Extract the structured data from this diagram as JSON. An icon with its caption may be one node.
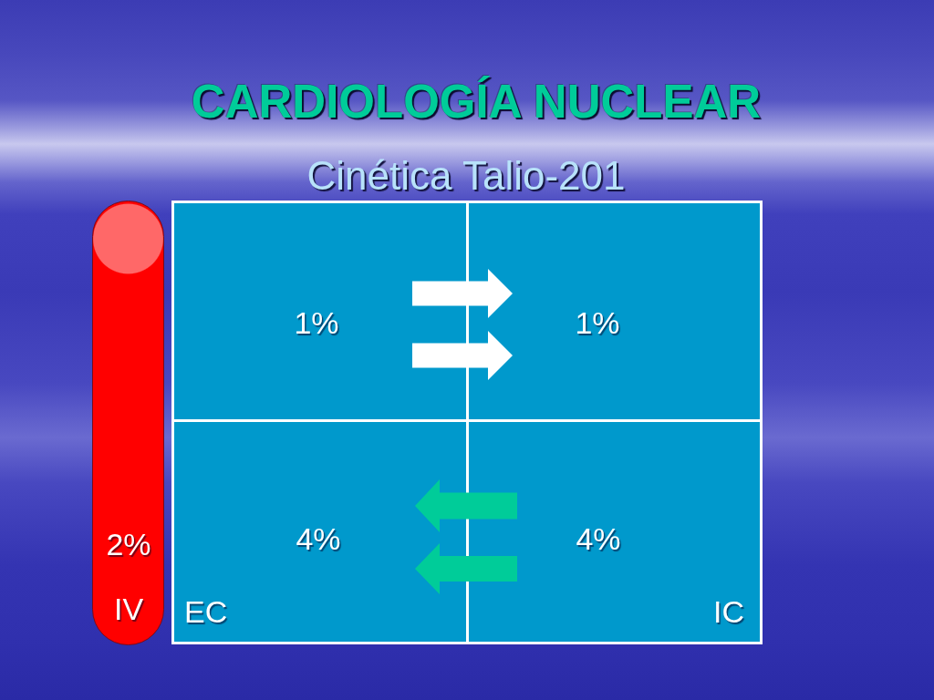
{
  "diagram": {
    "title": "CARDIOLOGÍA NUCLEAR",
    "nodes": [
      {
        "text": [
          "2%",
          "IV"
        ]
      },
      {
        "text": [],
        "shape": "box"
      },
      {
        "text": [
          "1%"
        ],
        "in": 1
      },
      {
        "text": [
          "1%"
        ],
        "in": 1
      },
      {
        "text": [
          "4%",
          "EC"
        ],
        "in": 1
      },
      {
        "text": [
          "4%",
          "IC"
        ],
        "in": 1
      }
    ],
    "edges": [
      {
        "from": 2,
        "to": 3,
        "arrow": "to",
        "color": "#ffffff"
      },
      {
        "from": 2,
        "to": 3,
        "arrow": "to",
        "color": "#ffffff"
      },
      {
        "from": 5,
        "to": 4,
        "arrow": "to",
        "color": "#00cc99"
      },
      {
        "from": 5,
        "to": 4,
        "arrow": "to",
        "color": "#00cc99"
      }
    ],
    "labels": [
      "Cinética Talio-201"
    ]
  }
}
